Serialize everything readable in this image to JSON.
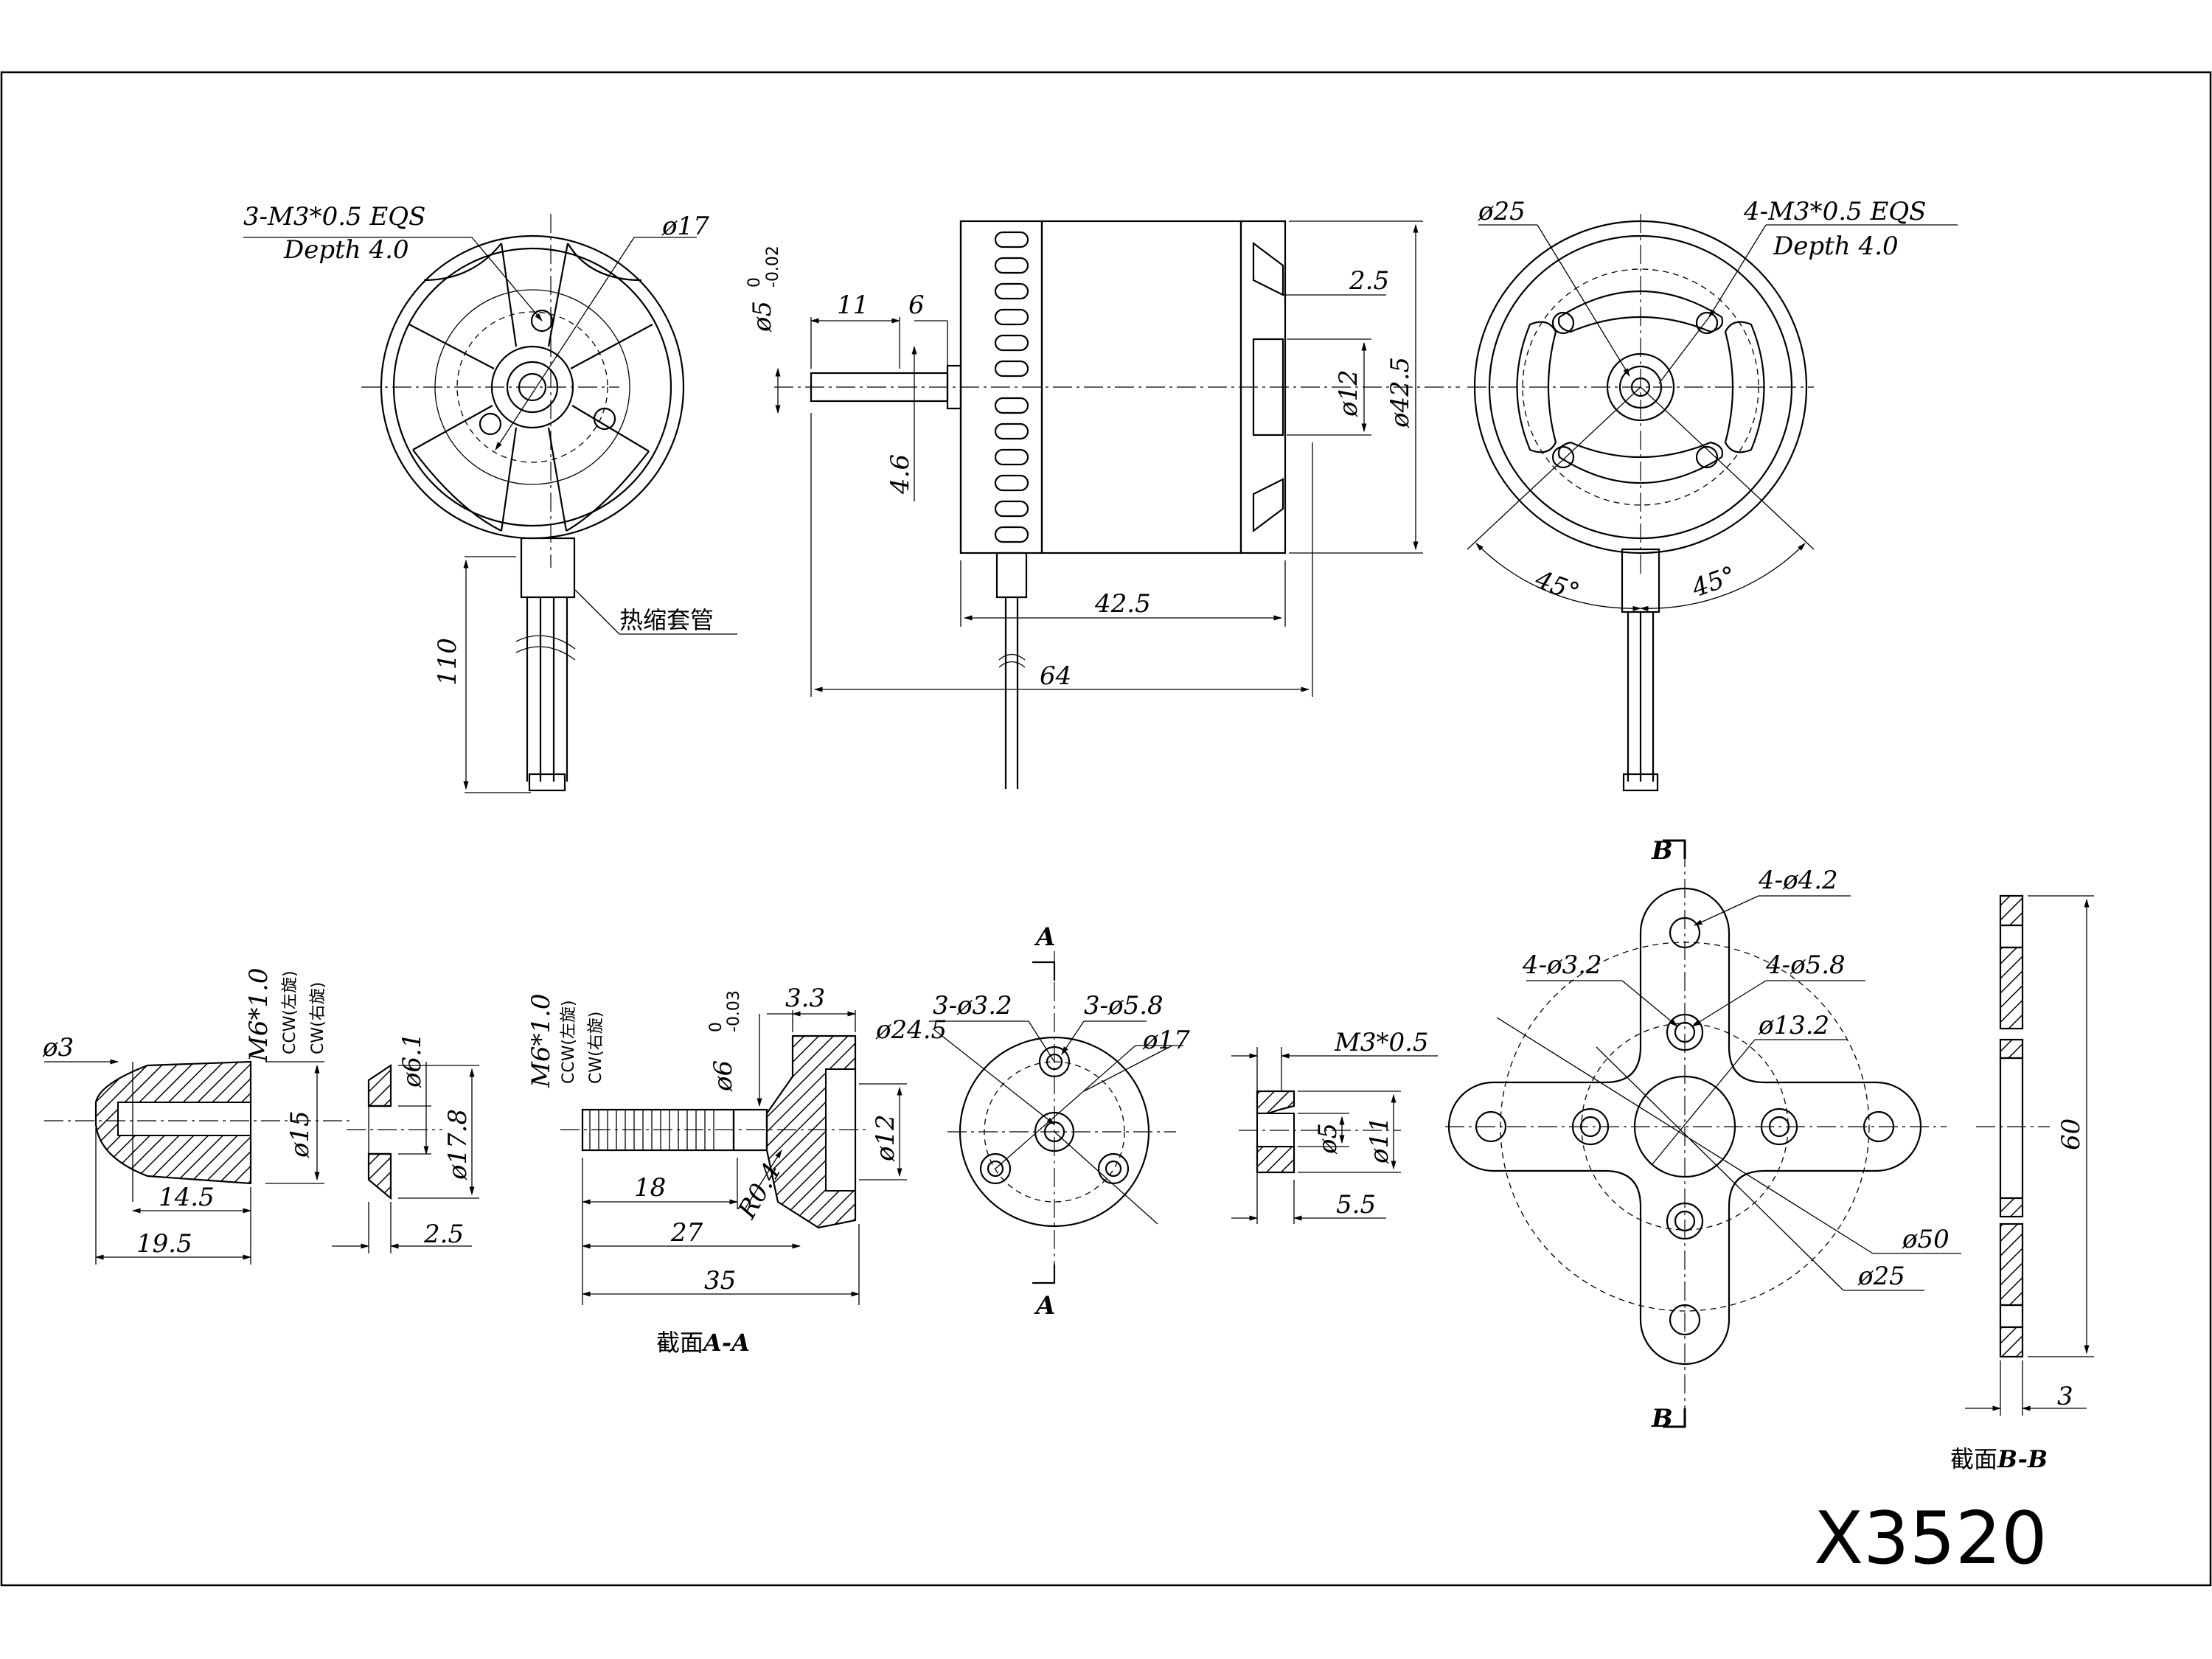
{
  "model": "X3520",
  "front_view": {
    "thread_note": "3-M3*0.5 EQS",
    "depth_note": "Depth 4.0",
    "dia_17": "ø17",
    "lead_length": "110",
    "sleeve_label": "热缩套管"
  },
  "side_view": {
    "shaft_dia": "ø5",
    "shaft_tol_upper": "0",
    "shaft_tol_lower": "-0.02",
    "dim_11": "11",
    "dim_6": "6",
    "dim_4_6": "4.6",
    "dim_2_5": "2.5",
    "dia_12": "ø12",
    "dia_42_5": "ø42.5",
    "len_42_5": "42.5",
    "len_64": "64"
  },
  "rear_view": {
    "dia_25": "ø25",
    "thread_note": "4-M3*0.5 EQS",
    "depth_note": "Depth 4.0",
    "angle_left": "45°",
    "angle_right": "45°"
  },
  "spinner_nut": {
    "dia_3": "ø3",
    "thread": "M6*1.0",
    "ccw": "CCW(左旋)",
    "cw": "CW(右旋)",
    "dia_15": "ø15",
    "len_14_5": "14.5",
    "len_19_5": "19.5"
  },
  "washer": {
    "dia_6_1": "ø6.1",
    "dia_17_8": "ø17.8",
    "thick_2_5": "2.5"
  },
  "prop_adapter": {
    "thread": "M6*1.0",
    "ccw": "CCW(左旋)",
    "cw": "CW(右旋)",
    "dia_6": "ø6",
    "dia_6_tol_upper": "0",
    "dia_6_tol_lower": "-0.03",
    "dim_3_3": "3.3",
    "dia_12": "ø12",
    "radius": "R0.4",
    "len_18": "18",
    "len_27": "27",
    "len_35": "35",
    "caption_prefix": "截面",
    "caption_section": "A-A"
  },
  "adapter_face": {
    "section_mark": "A",
    "holes_small": "3-ø3.2",
    "holes_large": "3-ø5.8",
    "dia_24_5": "ø24.5",
    "dia_17": "ø17"
  },
  "collar": {
    "thread": "M3*0.5",
    "dia_5": "ø5",
    "dia_11": "ø11",
    "len_5_5": "5.5"
  },
  "cross_mount": {
    "section_mark": "B",
    "holes_outer": "4-ø4.2",
    "holes_inner_small": "4-ø3.2",
    "holes_inner_large": "4-ø5.8",
    "dia_13_2": "ø13.2",
    "dia_50": "ø50",
    "dia_25": "ø25"
  },
  "mount_section": {
    "height_60": "60",
    "thick_3": "3",
    "caption_prefix": "截面",
    "caption_section": "B-B"
  }
}
